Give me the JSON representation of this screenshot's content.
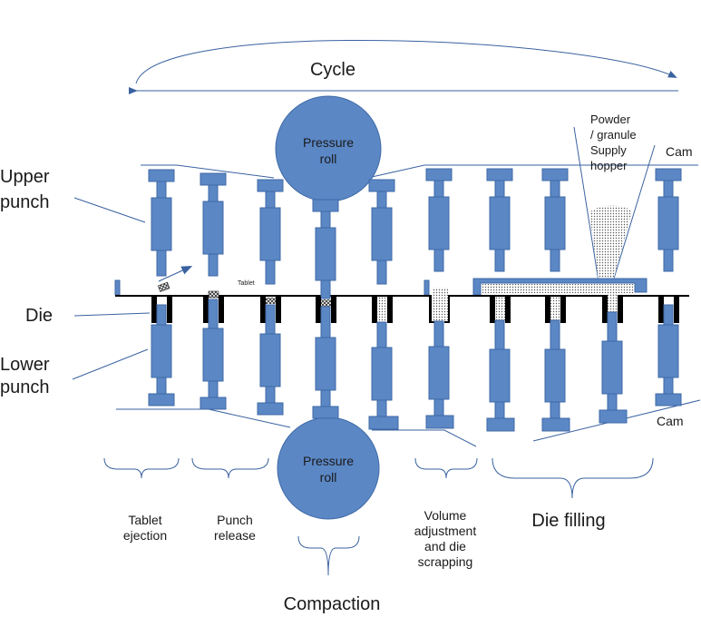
{
  "title": "Cycle",
  "labels": {
    "upper_punch_1": "Upper",
    "upper_punch_2": "punch",
    "die": "Die",
    "lower_punch_1": "Lower",
    "lower_punch_2": "punch",
    "cam_top": "Cam",
    "cam_bottom": "Cam",
    "tablet": "Tablet"
  },
  "pressure_roll_top": {
    "line1": "Pressure",
    "line2": "roll"
  },
  "pressure_roll_bottom": {
    "line1": "Pressure",
    "line2": "roll"
  },
  "hopper": {
    "line1": "Powder",
    "line2": "/ granule",
    "line3": "Supply",
    "line4": "hopper"
  },
  "stages": {
    "tablet_ejection": {
      "line1": "Tablet",
      "line2": "ejection"
    },
    "punch_release": {
      "line1": "Punch",
      "line2": "release"
    },
    "volume_adjustment": {
      "line1": "Volume",
      "line2": "adjustment",
      "line3": "and die",
      "line4": "scrapping"
    },
    "die_filling": "Die filling",
    "compaction": "Compaction"
  },
  "colors": {
    "punch_fill": "#5b87c5",
    "punch_stroke": "#3f6aa6",
    "die_black": "#000000",
    "arrow": "#3a62a0"
  }
}
